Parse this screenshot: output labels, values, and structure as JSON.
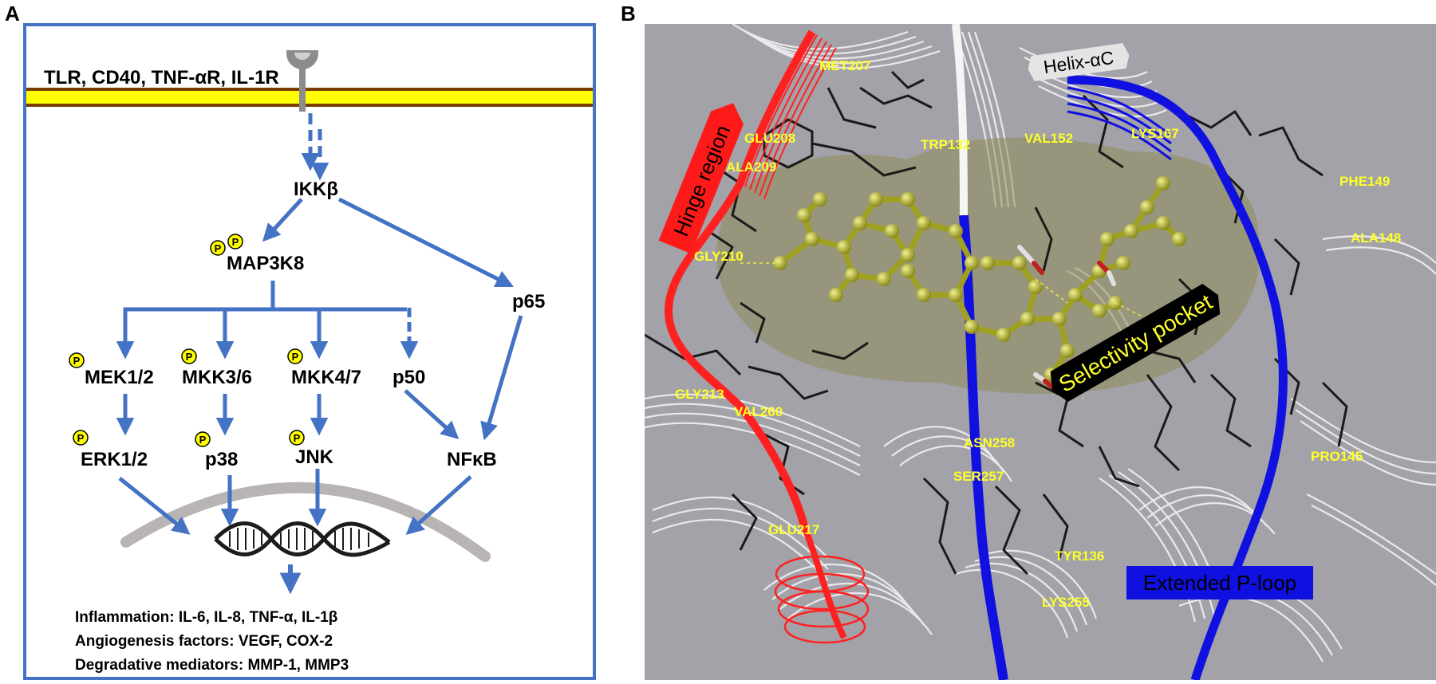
{
  "panel_a": {
    "letter": "A",
    "receptor_label": "TLR, CD40, TNF-αR, IL-1R",
    "nodes": {
      "ikkb": "IKKβ",
      "map3k8": "MAP3K8",
      "p65": "p65",
      "mek": "MEK1/2",
      "mkk36": "MKK3/6",
      "mkk47": "MKK4/7",
      "p50": "p50",
      "erk": "ERK1/2",
      "p38": "p38",
      "jnk": "JNK",
      "nfkb": "NFκB"
    },
    "phospho_mark": "P",
    "outputs": [
      "Inflammation: IL-6, IL-8, TNF-α, IL-1β",
      "Angiogenesis factors: VEGF, COX-2",
      "Degradative mediators: MMP-1, MMP3"
    ],
    "colors": {
      "arrow": "#4472c4",
      "frame": "#4472c4",
      "membrane": "#ffff00",
      "membrane_edge": "#7b3f00",
      "phospho": "#ffff00"
    }
  },
  "panel_b": {
    "letter": "B",
    "region_labels": {
      "hinge": "Hinge region",
      "helix": "Helix-αC",
      "selectivity": "Selectivity pocket",
      "ploop": "Extended P-loop"
    },
    "residues": {
      "met207": "MET207",
      "glu208": "GLU208",
      "ala209": "ALA209",
      "trp132": "TRP132",
      "val152": "VAL152",
      "lys167": "LYS167",
      "phe149": "PHE149",
      "ala148": "ALA148",
      "gly210": "GLY210",
      "gly213": "GLY213",
      "val260": "VAL260",
      "asn258": "ASN258",
      "ser257": "SER257",
      "pro145": "PRO145",
      "glu217": "GLU217",
      "tyr136": "TYR136",
      "lys255": "LYS255"
    },
    "colors": {
      "background": "#a2a2a8",
      "hinge": "#ff2020",
      "ploop": "#1010e0",
      "ligand": "#b8b830",
      "residue_text": "#ffff2a"
    }
  }
}
